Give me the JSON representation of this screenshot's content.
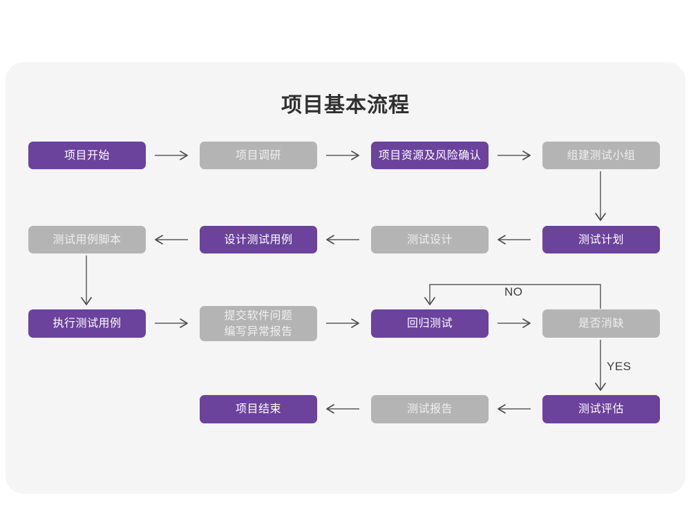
{
  "page": {
    "background_color": "#ffffff",
    "card_color": "#f5f5f5"
  },
  "title": "项目基本流程",
  "colors": {
    "accent_purple": "#6b429c",
    "muted_gray": "#b4b4b4",
    "arrow": "#6f6f6f",
    "title_text": "#303030"
  },
  "chart_data": {
    "type": "diagram",
    "title": "项目基本流程",
    "nodes": [
      {
        "id": "n1",
        "label": "项目开始",
        "style": "purple",
        "row": 1,
        "col": 1
      },
      {
        "id": "n2",
        "label": "项目调研",
        "style": "gray",
        "row": 1,
        "col": 2
      },
      {
        "id": "n3",
        "label": "项目资源及风险确认",
        "style": "purple",
        "row": 1,
        "col": 3
      },
      {
        "id": "n4",
        "label": "组建测试小组",
        "style": "gray",
        "row": 1,
        "col": 4
      },
      {
        "id": "n5",
        "label": "测试计划",
        "style": "purple",
        "row": 2,
        "col": 4
      },
      {
        "id": "n6",
        "label": "测试设计",
        "style": "gray",
        "row": 2,
        "col": 3
      },
      {
        "id": "n7",
        "label": "设计测试用例",
        "style": "purple",
        "row": 2,
        "col": 2
      },
      {
        "id": "n8",
        "label": "测试用例脚本",
        "style": "gray",
        "row": 2,
        "col": 1
      },
      {
        "id": "n9",
        "label": "执行测试用例",
        "style": "purple",
        "row": 3,
        "col": 1
      },
      {
        "id": "n10",
        "label": "提交软件问题\n编写异常报告",
        "style": "gray",
        "row": 3,
        "col": 2
      },
      {
        "id": "n11",
        "label": "回归测试",
        "style": "purple",
        "row": 3,
        "col": 3
      },
      {
        "id": "n12",
        "label": "是否消缺",
        "style": "gray",
        "row": 3,
        "col": 4
      },
      {
        "id": "n13",
        "label": "测试评估",
        "style": "purple",
        "row": 4,
        "col": 4
      },
      {
        "id": "n14",
        "label": "测试报告",
        "style": "gray",
        "row": 4,
        "col": 3
      },
      {
        "id": "n15",
        "label": "项目结束",
        "style": "purple",
        "row": 4,
        "col": 2
      }
    ],
    "edges": [
      {
        "from": "n1",
        "to": "n2",
        "dir": "right",
        "label": ""
      },
      {
        "from": "n2",
        "to": "n3",
        "dir": "right",
        "label": ""
      },
      {
        "from": "n3",
        "to": "n4",
        "dir": "right",
        "label": ""
      },
      {
        "from": "n4",
        "to": "n5",
        "dir": "down",
        "label": ""
      },
      {
        "from": "n5",
        "to": "n6",
        "dir": "left",
        "label": ""
      },
      {
        "from": "n6",
        "to": "n7",
        "dir": "left",
        "label": ""
      },
      {
        "from": "n7",
        "to": "n8",
        "dir": "left",
        "label": ""
      },
      {
        "from": "n8",
        "to": "n9",
        "dir": "down",
        "label": ""
      },
      {
        "from": "n9",
        "to": "n10",
        "dir": "right",
        "label": ""
      },
      {
        "from": "n10",
        "to": "n11",
        "dir": "right",
        "label": ""
      },
      {
        "from": "n11",
        "to": "n12",
        "dir": "right",
        "label": ""
      },
      {
        "from": "n12",
        "to": "n11",
        "dir": "loop-up",
        "label": "NO"
      },
      {
        "from": "n12",
        "to": "n13",
        "dir": "down",
        "label": "YES"
      },
      {
        "from": "n13",
        "to": "n14",
        "dir": "left",
        "label": ""
      },
      {
        "from": "n14",
        "to": "n15",
        "dir": "left",
        "label": ""
      }
    ],
    "edge_labels": {
      "no": "NO",
      "yes": "YES"
    }
  }
}
